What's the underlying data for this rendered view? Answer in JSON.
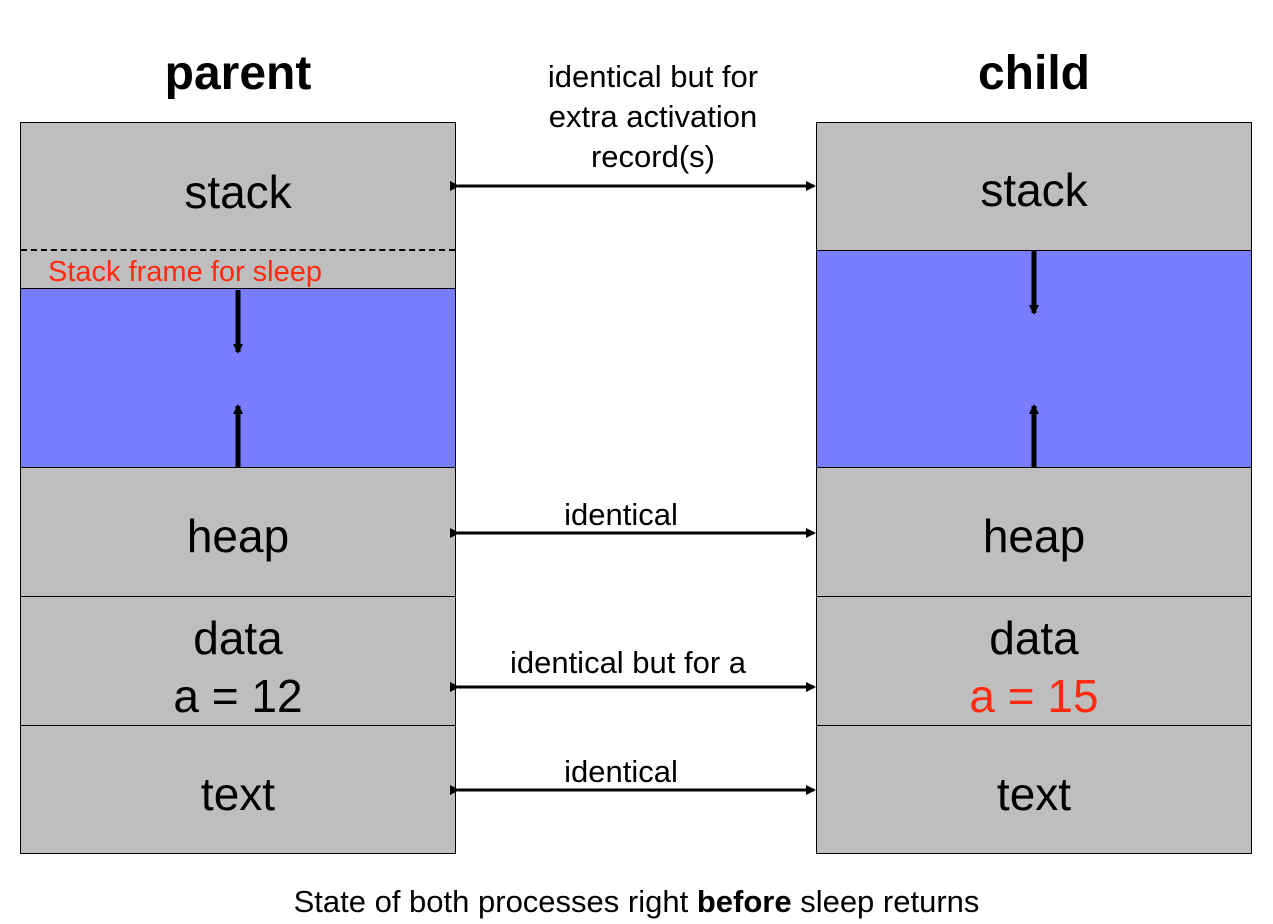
{
  "parent": {
    "title": "parent",
    "stack_label": "stack",
    "sleep_frame_label": "Stack frame for sleep",
    "heap_label": "heap",
    "data_label": "data",
    "data_value": "a = 12",
    "text_label": "text"
  },
  "child": {
    "title": "child",
    "stack_label": "stack",
    "heap_label": "heap",
    "data_label": "data",
    "data_value": "a = 15",
    "text_label": "text"
  },
  "relations": {
    "stack": "identical but for extra activation record(s)",
    "heap": "identical",
    "data": "identical but for a",
    "text": "identical"
  },
  "caption": {
    "before": "State of both processes right ",
    "emphasis": "before",
    "after": " sleep returns"
  },
  "colors": {
    "segment_gray": "#bebebe",
    "free_space_blue": "#7b7dff",
    "highlight_red": "#ff2a0f"
  }
}
